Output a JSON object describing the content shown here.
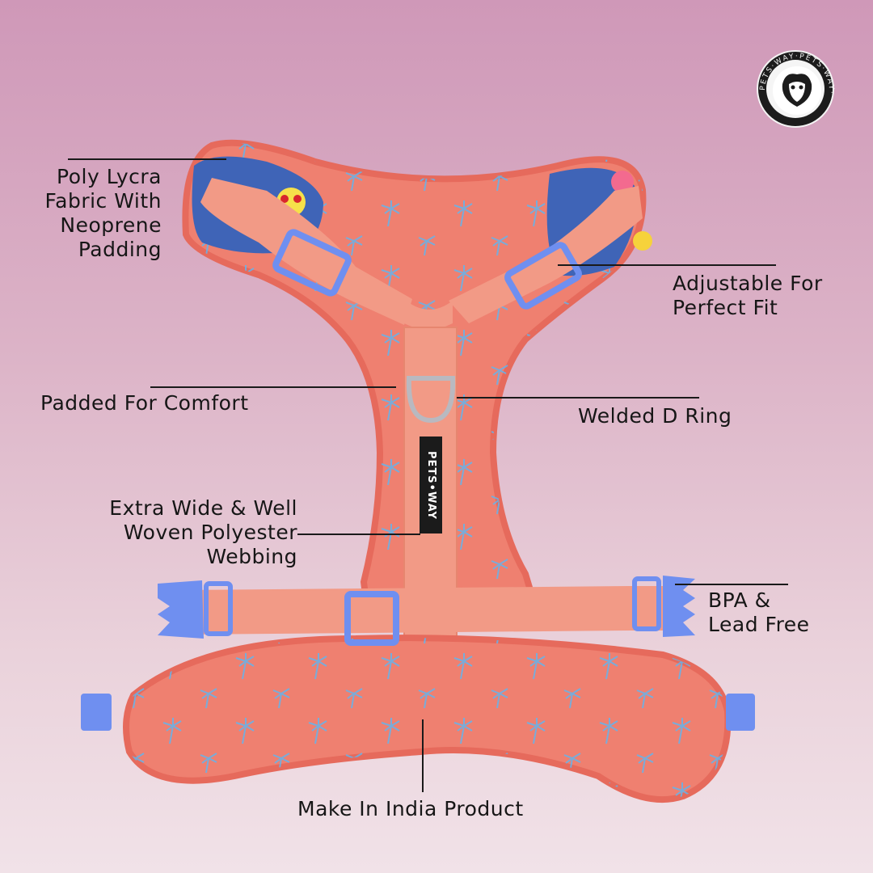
{
  "brand": {
    "tag_text": "PETS•WAY",
    "logo_text": "PETS·WAY·PETS·WAY·",
    "colors": {
      "harness": "#f0816f",
      "strap": "#f29a86",
      "buckle": "#6f8ff0",
      "palm": "#63b4ec",
      "fabric_blue": "#3f64b7"
    }
  },
  "labels": {
    "fabric": [
      "Poly Lycra",
      "Fabric With",
      "Neoprene",
      "Padding"
    ],
    "adjustable": [
      "Adjustable For",
      "Perfect Fit"
    ],
    "padded": "Padded For Comfort",
    "d_ring": "Welded D Ring",
    "webbing": [
      "Extra Wide & Well",
      "Woven Polyester",
      "Webbing"
    ],
    "bpa": [
      "BPA &",
      "Lead Free"
    ],
    "india": "Make In India Product"
  }
}
